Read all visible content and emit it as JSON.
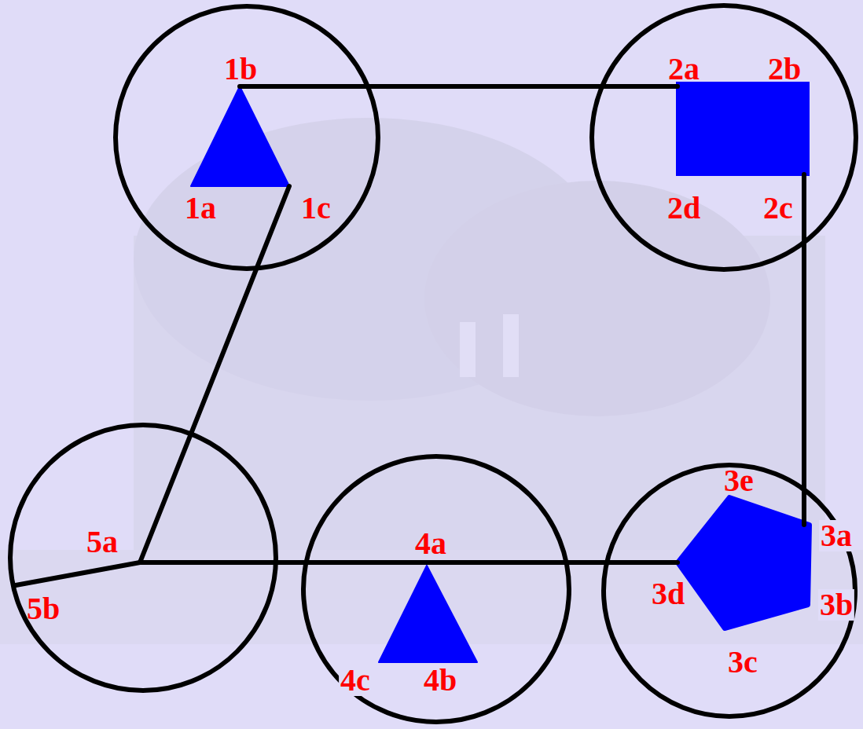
{
  "diagram": {
    "nodes": [
      {
        "text": [
          "1b",
          "1a",
          "1c"
        ]
      },
      {
        "text": [
          "2a",
          "2b",
          "2d",
          "2c"
        ]
      },
      {
        "text": [
          "5a",
          "5b"
        ]
      },
      {
        "text": [
          "4a",
          "4c",
          "4b"
        ]
      },
      {
        "text": [
          "3e",
          "3a",
          "3d",
          "3b",
          "3c"
        ]
      }
    ],
    "edges": [
      {
        "from": 0,
        "to": 1,
        "arrow": "none"
      },
      {
        "from": 1,
        "to": 4,
        "arrow": "none"
      },
      {
        "from": 4,
        "to": 2,
        "arrow": "none"
      },
      {
        "from": 2,
        "to": 0,
        "arrow": "none"
      }
    ]
  }
}
